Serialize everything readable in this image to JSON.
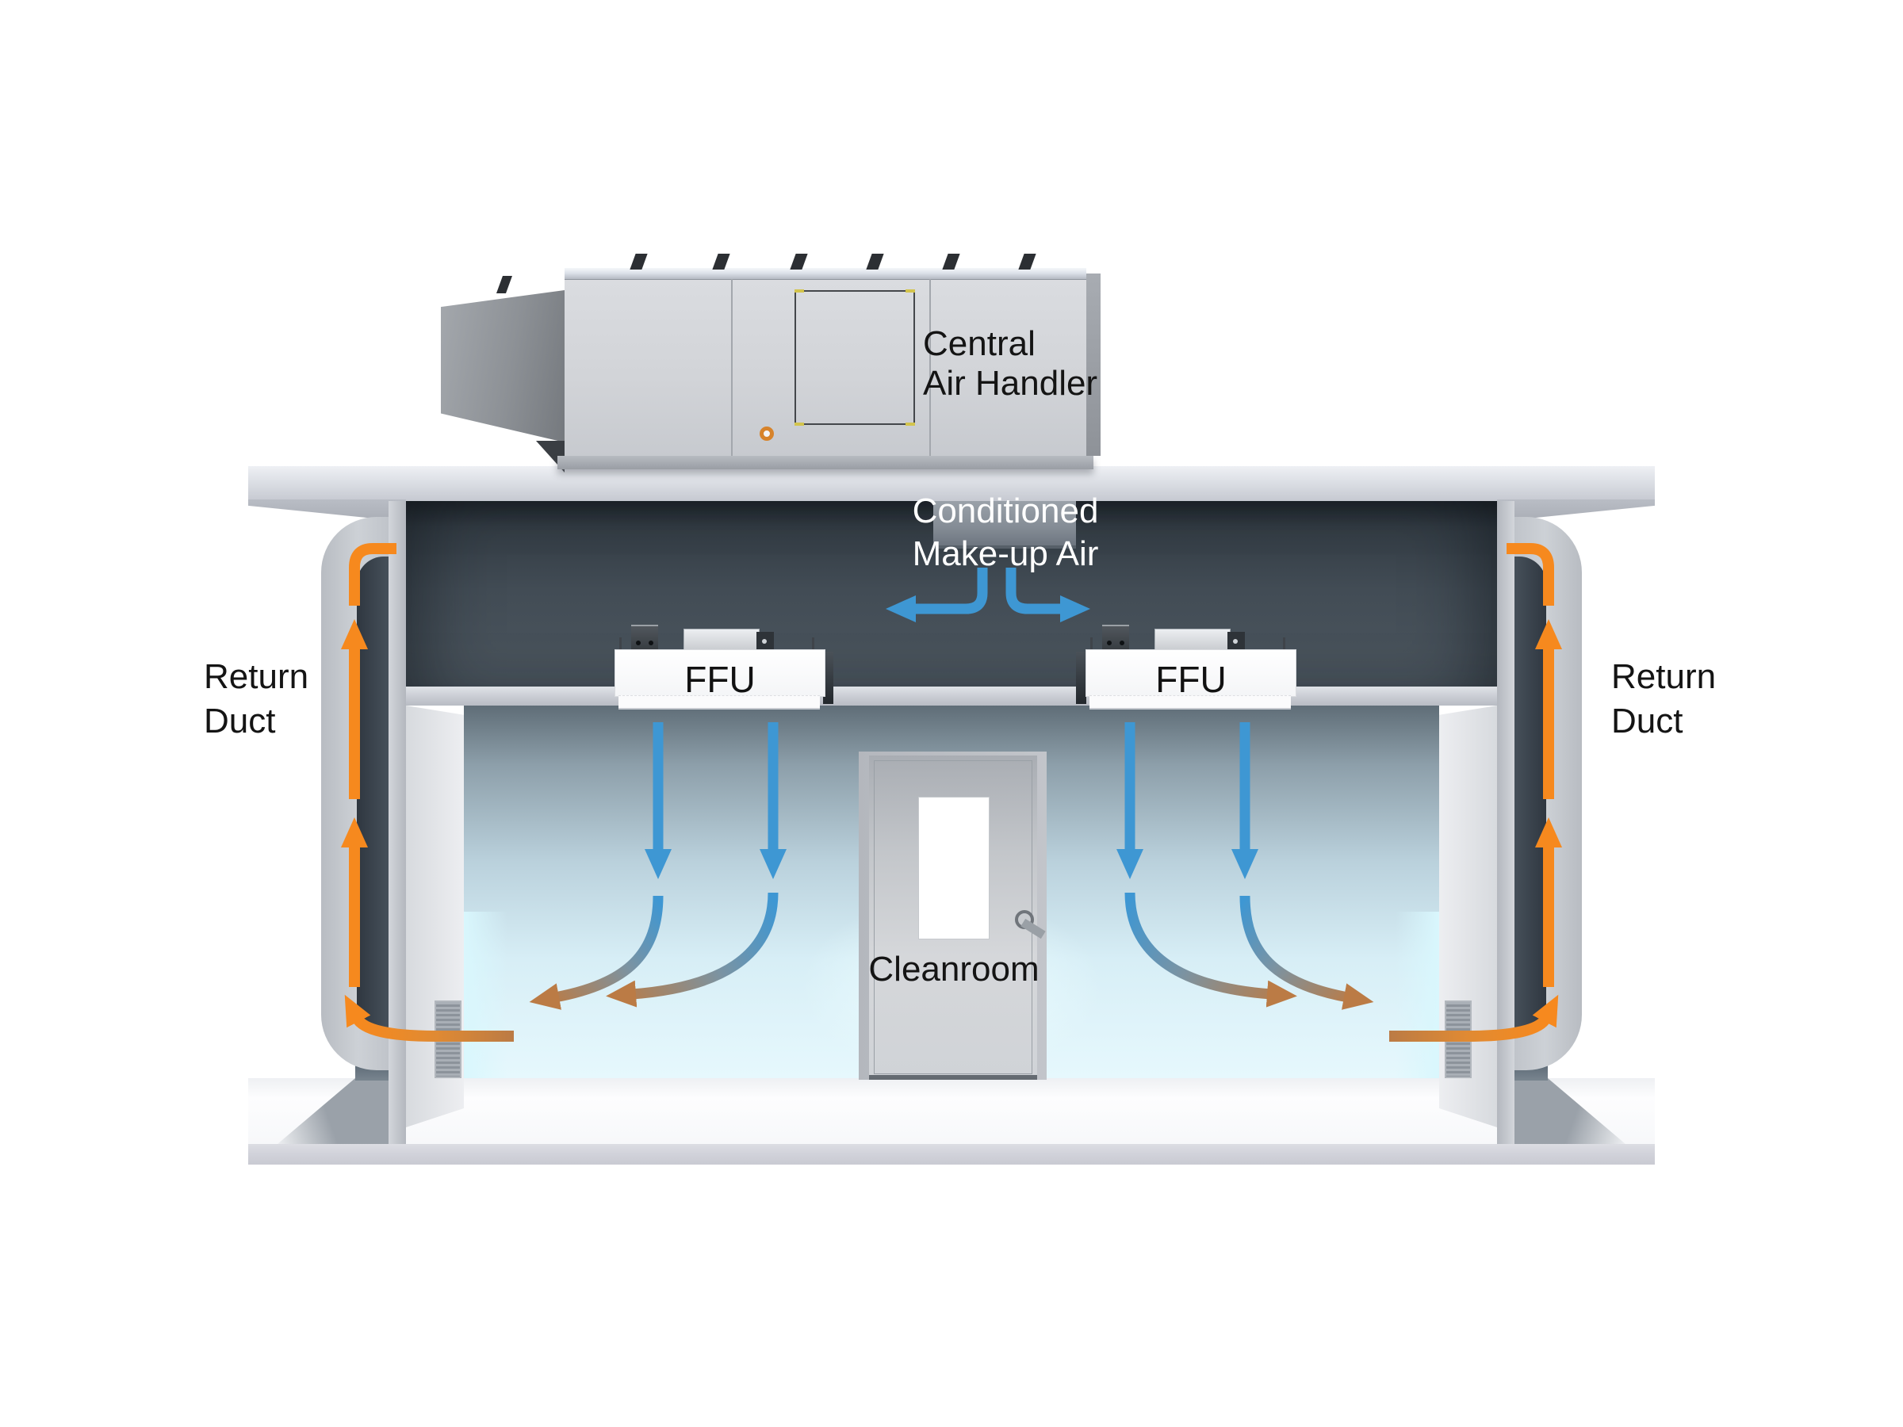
{
  "labels": {
    "air_handler_line1": "Central",
    "air_handler_line2": "Air Handler",
    "makeup_line1": "Conditioned",
    "makeup_line2": "Make-up Air",
    "ffu_left": "FFU",
    "ffu_right": "FFU",
    "return_left_line1": "Return",
    "return_left_line2": "Duct",
    "return_right_line1": "Return",
    "return_right_line2": "Duct",
    "cleanroom": "Cleanroom"
  },
  "colors": {
    "supply_air": "#3E97D3",
    "return_air": "#F6891E",
    "warm_air": "#BB7B45",
    "plenum": "#424C55",
    "structure": "#D2D4DA",
    "room_glow": "#D9F7FD",
    "label_dark": "#141414"
  }
}
